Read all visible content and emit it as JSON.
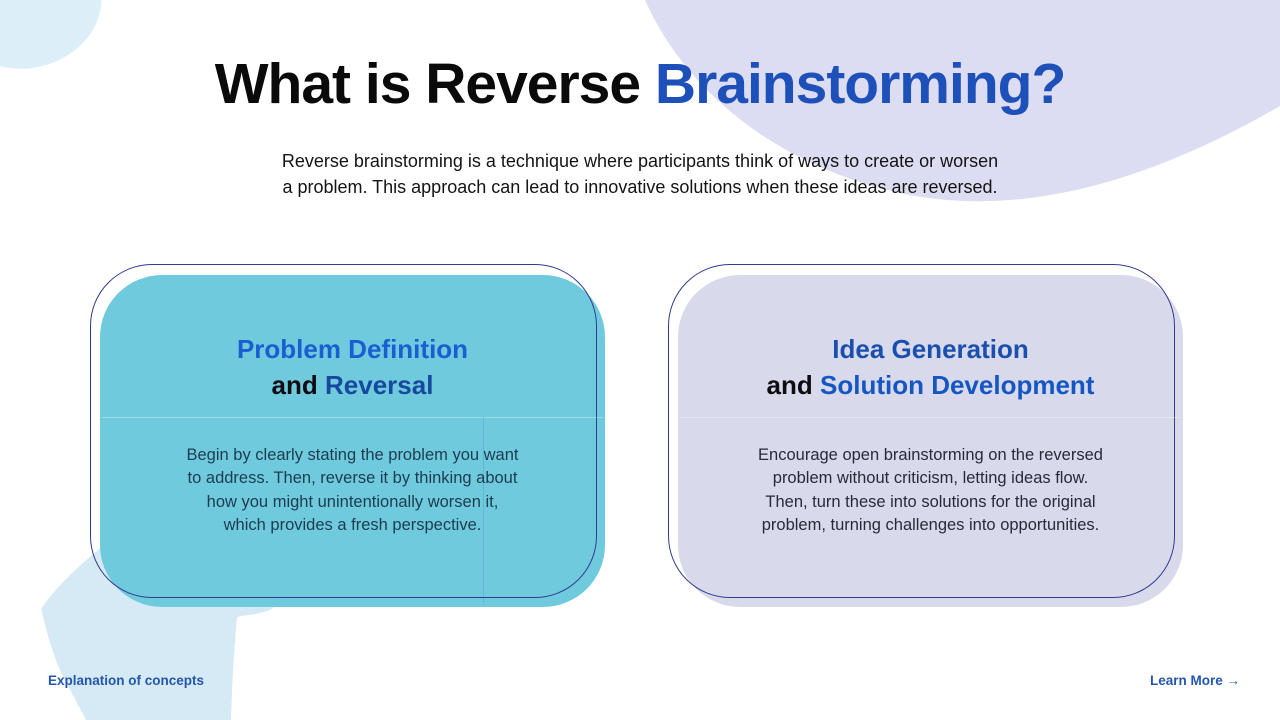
{
  "slide": {
    "title": {
      "prefix": "What is Reverse ",
      "highlight": "Brainstorming?"
    },
    "subtitle_lines": [
      "Reverse brainstorming is a technique where participants think of ways to create or worsen",
      "a problem. This approach can lead to innovative solutions when these ideas are reversed."
    ],
    "cards": [
      {
        "heading_line1": "Problem Definition",
        "heading_conjunction": "and",
        "heading_accent": "Reversal",
        "body_lines": [
          "Begin by clearly stating the problem you want",
          "to address. Then, reverse it by thinking about",
          "how you might unintentionally worsen it,",
          "which provides a fresh perspective."
        ]
      },
      {
        "heading_line1": "Idea Generation",
        "heading_conjunction": "and",
        "heading_accent": "Solution Development",
        "body_lines": [
          "Encourage open brainstorming on the reversed",
          "problem without criticism, letting ideas flow.",
          "Then, turn these into solutions for the original",
          "problem, turning challenges into opportunities."
        ]
      }
    ],
    "footer": {
      "left_link": "Explanation of concepts",
      "right_link": "Learn More",
      "right_link_arrow": "→"
    }
  },
  "colors": {
    "title-accent": "#1d50b8",
    "title-black": "#0a0a0a",
    "subtitle-text": "#141414",
    "card1-bg": "#6fcadd",
    "card2-bg": "#d9d9ec",
    "card1-heading": "#1a5ed2",
    "card1-accent": "#17499e",
    "card2-heading": "#1b4fae",
    "card2-accent": "#1557c2",
    "card1-body": "#1d3c50",
    "card2-body": "#272b37",
    "outline": "#2f3c8e",
    "link": "#2456ae",
    "blob-lavender": "#dcdcf2",
    "blob-blue": "#d5eaf4",
    "blob-blue-light": "#dceef7",
    "heading-and": "#0d0d12"
  }
}
